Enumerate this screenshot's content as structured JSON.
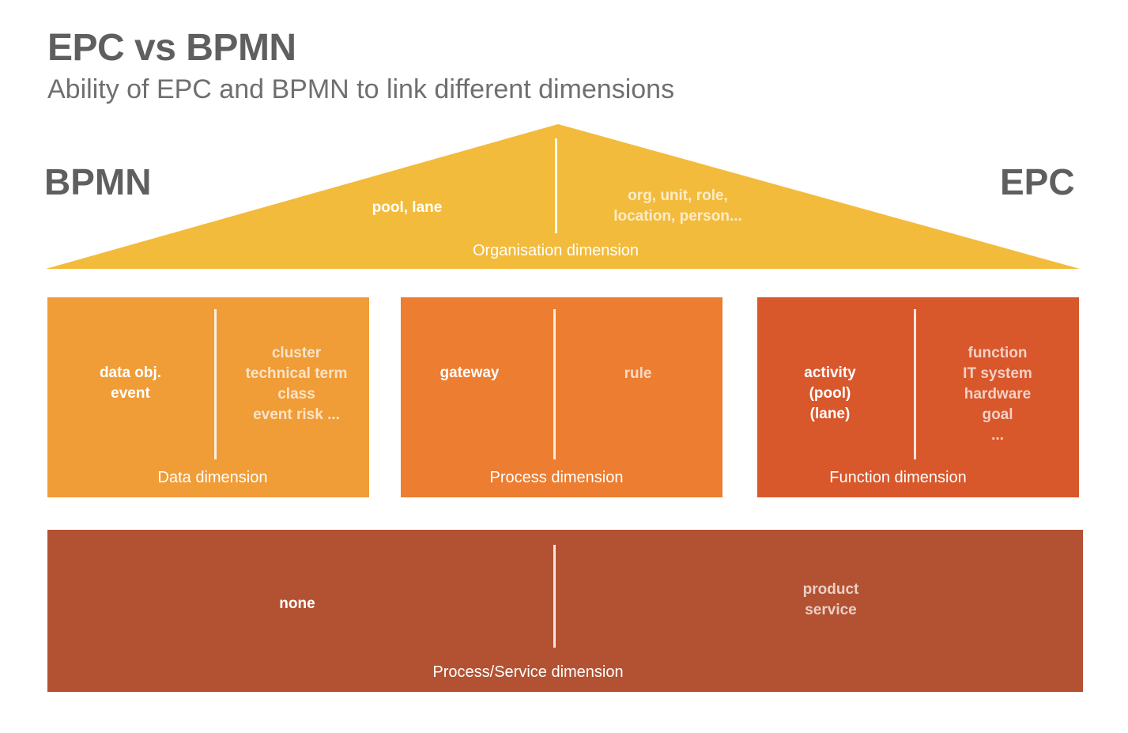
{
  "header": {
    "title": "EPC vs BPMN",
    "subtitle": "Ability of EPC and BPMN to link different dimensions"
  },
  "labels": {
    "left": "BPMN",
    "right": "EPC"
  },
  "colors": {
    "organisation": "#f3bb3b",
    "data": "#f09c37",
    "process": "#ec7d31",
    "function": "#d8572b",
    "service": "#b35232",
    "heading_text": "#5f5f5f"
  },
  "dimensions": {
    "organisation": {
      "name": "Organisation dimension",
      "bpmn": "pool, lane",
      "epc": "org, unit, role,\nlocation, person..."
    },
    "data": {
      "name": "Data dimension",
      "bpmn": "data obj.\nevent",
      "epc": "cluster\ntechnical term\nclass\nevent risk ..."
    },
    "process": {
      "name": "Process dimension",
      "bpmn": "gateway",
      "epc": "rule"
    },
    "function": {
      "name": "Function dimension",
      "bpmn": "activity\n(pool)\n(lane)",
      "epc": "function\nIT system\nhardware\ngoal\n..."
    },
    "service": {
      "name": "Process/Service dimension",
      "bpmn": "none",
      "epc": "product\nservice"
    }
  }
}
